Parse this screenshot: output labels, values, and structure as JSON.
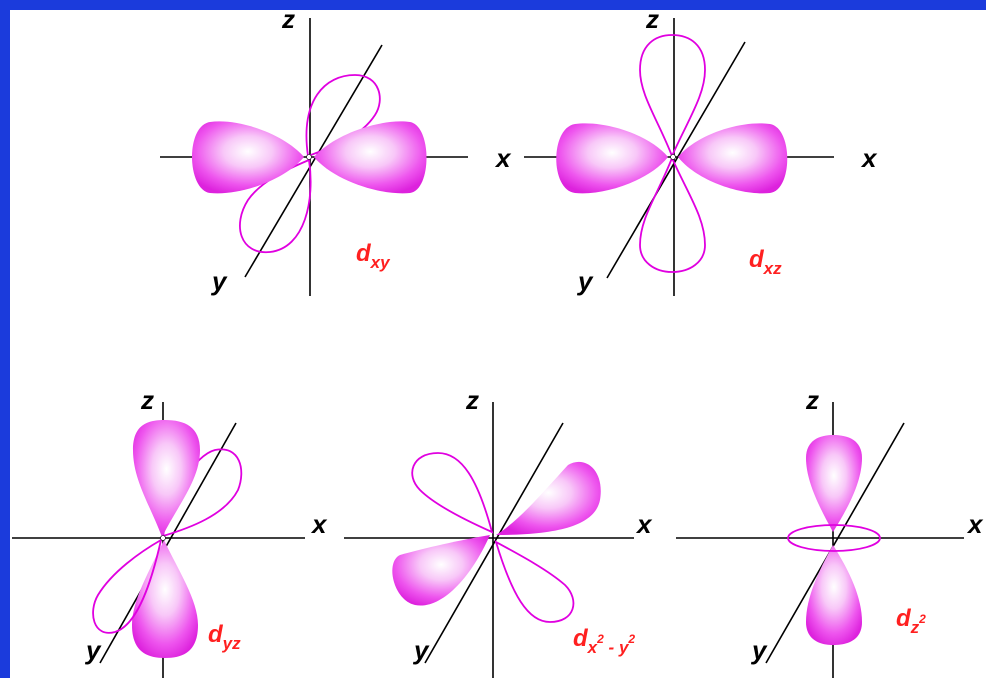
{
  "colors": {
    "background": "#1b3bdc",
    "lobe": "#ee44ee",
    "outline": "#e000e0",
    "label": "#ff2020"
  },
  "orbitals": [
    {
      "name": "dxy",
      "label": "d",
      "subscript": "xy",
      "axes": [
        "z",
        "y"
      ]
    },
    {
      "name": "dxz",
      "label": "d",
      "subscript": "xz",
      "axes": [
        "z",
        "x",
        "x",
        "y"
      ]
    },
    {
      "name": "dyz",
      "label": "d",
      "subscript": "yz",
      "axes": [
        "z",
        "x",
        "y"
      ]
    },
    {
      "name": "dx2y2",
      "label": "d",
      "subscript_parts": [
        "x",
        "2",
        " - ",
        "y",
        "2"
      ],
      "axes": [
        "z",
        "x",
        "y"
      ]
    },
    {
      "name": "dz2",
      "label": "d",
      "subscript_parts": [
        "z",
        "2"
      ],
      "axes": [
        "z",
        "x",
        "y"
      ]
    }
  ]
}
